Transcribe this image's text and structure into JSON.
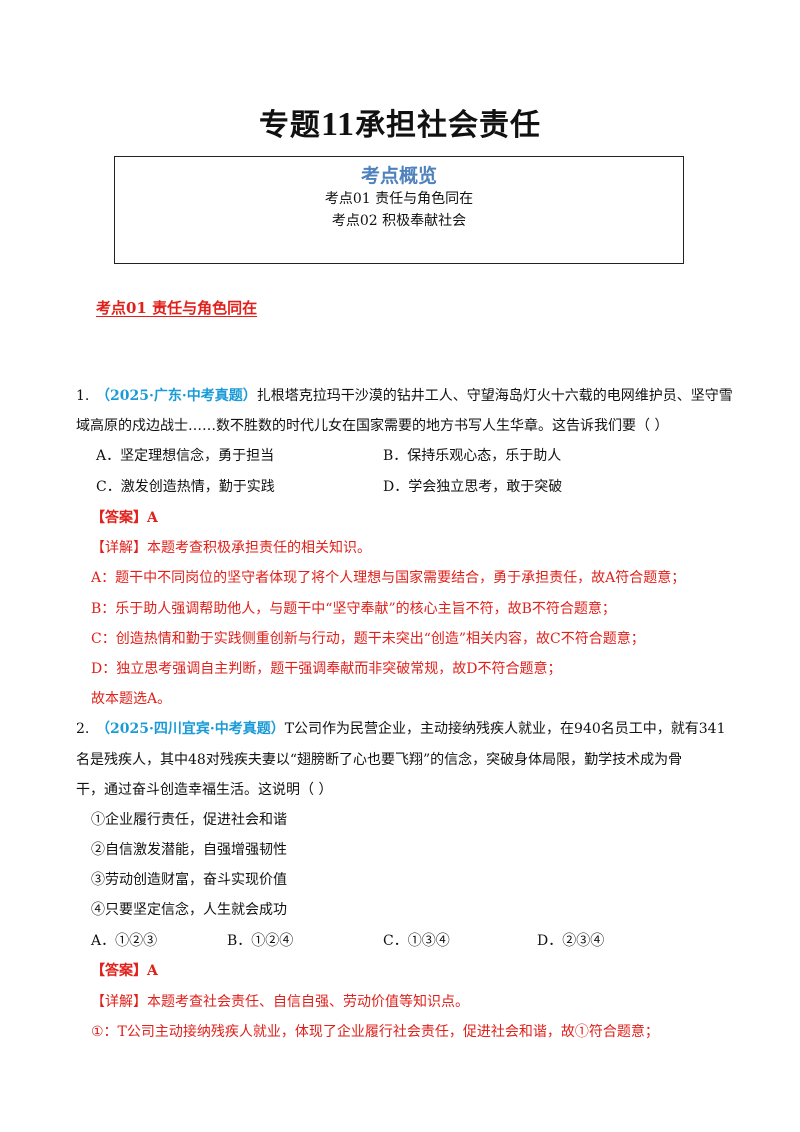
{
  "doc": {
    "title_prefix": "专题",
    "title_number": "11",
    "title_suffix": "承担社会责任"
  },
  "overview": {
    "heading": "考点概览",
    "items": [
      "考点01  责任与角色同在",
      "考点02  积极奉献社会"
    ]
  },
  "section1": {
    "title": "考点01  责任与角色同在"
  },
  "q1": {
    "number": "1.",
    "tag": "（2025·广东·中考真题）",
    "stem_line1": "扎根塔克拉玛干沙漠的钻井工人、守望海岛灯火十六载的电网维护员、坚守雪",
    "stem_line2": "域高原的戍边战士……数不胜数的时代儿女在国家需要的地方书写人生华章。这告诉我们要（      ）",
    "options": {
      "A": "A．坚定理想信念，勇于担当",
      "B": "B．保持乐观心态，乐于助人",
      "C": "C．激发创造热情，勤于实践",
      "D": "D．学会独立思考，敢于突破"
    },
    "answer_label": "【答案】",
    "answer": "A",
    "detail_label": "【详解】",
    "detail_intro": "本题考查积极承担责任的相关知识。",
    "analysis": [
      "A：题干中不同岗位的坚守者体现了将个人理想与国家需要结合，勇于承担责任，故A符合题意；",
      "B：乐于助人强调帮助他人，与题干中“坚守奉献”的核心主旨不符，故B不符合题意；",
      "C：创造热情和勤于实践侧重创新与行动，题干未突出“创造”相关内容，故C不符合题意；",
      "D：独立思考强调自主判断，题干强调奉献而非突破常规，故D不符合题意；",
      "故本题选A。"
    ]
  },
  "q2": {
    "number": "2.",
    "tag": "（2025·四川宜宾·中考真题）",
    "stem_line1": "T公司作为民营企业，主动接纳残疾人就业，在940名员工中，就有341",
    "stem_line2": "名是残疾人，其中48对残疾夫妻以“翅膀断了心也要飞翔”的信念，突破身体局限，勤学技术成为骨",
    "stem_line3": "干，通过奋斗创造幸福生活。这说明（      ）",
    "statements": [
      "①企业履行责任，促进社会和谐",
      "②自信激发潜能，自强增强韧性",
      "③劳动创造财富，奋斗实现价值",
      "④只要坚定信念，人生就会成功"
    ],
    "options": {
      "A": "A．①②③",
      "B": "B．①②④",
      "C": "C．①③④",
      "D": "D．②③④"
    },
    "answer_label": "【答案】",
    "answer": "A",
    "detail_label": "【详解】",
    "detail_intro": "本题考查社会责任、自信自强、劳动价值等知识点。",
    "analysis_first": "①：T公司主动接纳残疾人就业，体现了企业履行社会责任，促进社会和谐，故①符合题意；"
  }
}
